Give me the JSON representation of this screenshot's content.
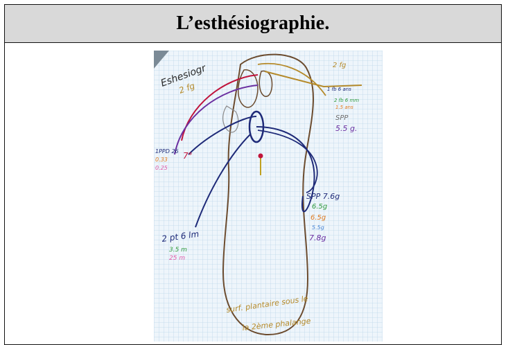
{
  "header": {
    "title": "L’esthésiographie."
  },
  "figure": {
    "caption_visible": false,
    "annotations": {
      "top_left": "Eshesiogr",
      "top_left_sub": "2 fg",
      "top_right_1": "2 fg",
      "top_right_2": "1 fb 6 ans",
      "top_right_3": "2 fb 6 mm",
      "top_right_4": "1.5 ans",
      "top_right_5": "SPP",
      "top_right_6": "5.5 g.",
      "left_1": "1PPD 26",
      "left_2": "0.33",
      "left_3": "0.25",
      "left_4": "7°",
      "right_mid_1": "SPP 7.6g",
      "right_mid_2": "6.5g",
      "right_mid_3": "6.5g",
      "right_mid_4": "5.5g",
      "right_mid_5": "7.8g",
      "bottom_left_1": "2 pt 6 lm",
      "bottom_left_2": "3.5 m",
      "bottom_left_3": "25 m",
      "bottom_note_1": "surf. plantaire sous le",
      "bottom_note_2": "la 2ème phalange"
    },
    "colors": {
      "outline": "#6b4b2e",
      "red": "#c0143c",
      "navy": "#1e2a78",
      "purple": "#6a2fa0",
      "green": "#2f9a3c",
      "orange": "#e07a1f",
      "pink": "#e05aa8",
      "gold": "#b58a2a",
      "grid": "#bcd6ea",
      "paper": "#eef5fb"
    }
  }
}
